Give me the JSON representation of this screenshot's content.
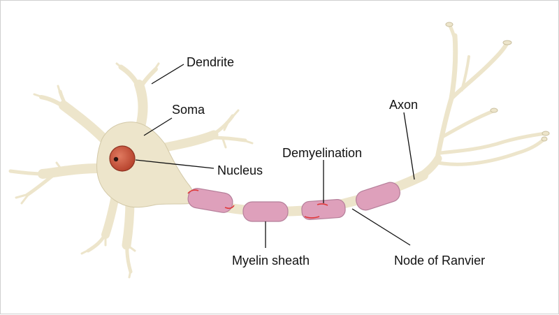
{
  "labels": {
    "dendrite": "Dendrite",
    "soma": "Soma",
    "nucleus": "Nucleus",
    "axon": "Axon",
    "demyelination": "Demyelination",
    "myelin_sheath": "Myelin sheath",
    "node_of_ranvier": "Node of Ranvier"
  },
  "colors": {
    "cell_body": "#ede5cb",
    "myelin": "#dea0bb",
    "nucleus": "#d0624a",
    "damage": "#e0383a",
    "text": "#111111"
  }
}
